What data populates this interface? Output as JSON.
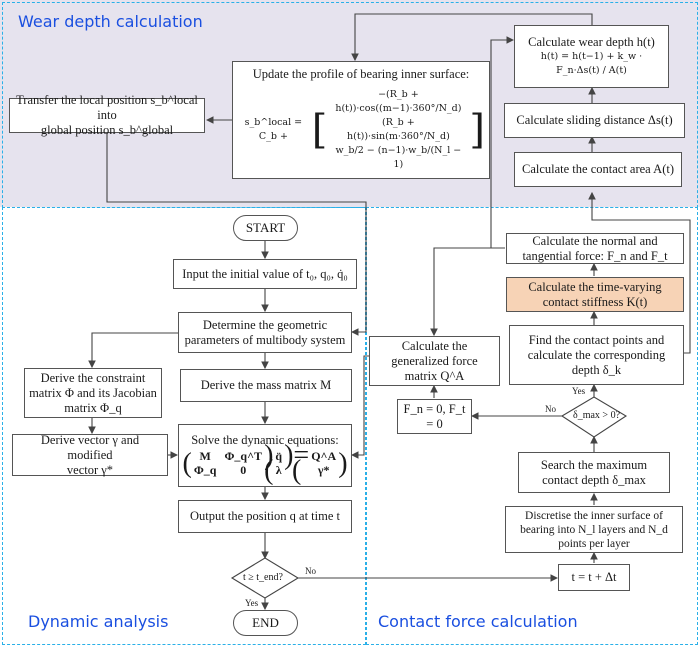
{
  "sections": {
    "wear": {
      "label": "Wear depth calculation",
      "bg_color": "#e6e3ee"
    },
    "dynamic": {
      "label": "Dynamic analysis"
    },
    "contact": {
      "label": "Contact force calculation"
    },
    "dash_color": "#2ab0e8",
    "label_color": "#1a4fe0"
  },
  "wear_boxes": {
    "transfer": {
      "line1": "Transfer the local position s_b^local into",
      "line2": "global position s_b^global"
    },
    "update": {
      "title": "Update the profile of bearing inner surface:",
      "lhs": "s_b^local = C_b +",
      "row1": "−(R_b + h(t))·cos((m−1)·360°/N_d)",
      "row2": "(R_b + h(t))·sin(m·360°/N_d)",
      "row3": "w_b/2 − (n−1)·w_b/(N_l − 1)"
    },
    "wear_depth": {
      "title": "Calculate wear depth h(t)",
      "formula": "h(t) = h(t−1) + k_w · F_n·Δs(t) / A(t)"
    },
    "sliding": {
      "label": "Calculate sliding distance Δs(t)"
    },
    "area": {
      "label": "Calculate the contact area A(t)"
    }
  },
  "dynamic_boxes": {
    "start": "START",
    "input": "Input the initial value of t₀, q₀, q̇₀",
    "determine": {
      "line1": "Determine  the geometric",
      "line2": "parameters of multibody system"
    },
    "constraint": {
      "line1": "Derive the constraint",
      "line2": "matrix Φ and its Jacobian",
      "line3": "matrix Φ_q"
    },
    "mass": "Derive the mass matrix M",
    "gamma": {
      "line1": "Derive vector γ and modified",
      "line2": "vector γ*"
    },
    "solve": {
      "title": "Solve the dynamic equations:",
      "m11": "M",
      "m12": "Φ_q^T",
      "m21": "Φ_q",
      "m22": "0",
      "v1": "q̈",
      "v2": "λ",
      "r1": "Q^A",
      "r2": "γ*"
    },
    "output": "Output the position q at time t",
    "decision": "t ≥ t_end?",
    "yes": "Yes",
    "no": "No",
    "end": "END"
  },
  "contact_boxes": {
    "normal_force": {
      "line1": "Calculate the normal and",
      "line2": "tangential force: F_n and F_t"
    },
    "stiffness": {
      "line1": "Calculate the time-varying",
      "line2": "contact stiffness K(t)",
      "color": "#f7d3b6"
    },
    "find_points": {
      "line1": "Find the contact points and",
      "line2": "calculate the corresponding",
      "line3": "depth δ_k"
    },
    "generalized": {
      "line1": "Calculate the",
      "line2": "generalized force",
      "line3": "matrix Q^A"
    },
    "zero_force": "F_n = 0, F_t = 0",
    "decision": "δ_max > 0?",
    "yes": "Yes",
    "no": "No",
    "search": {
      "line1": "Search the maximum",
      "line2": "contact depth δ_max"
    },
    "discretise": {
      "line1": "Discretise the inner surface of",
      "line2": "bearing into N_l layers and N_d",
      "line3": "points per layer"
    },
    "time_step": "t = t + Δt"
  }
}
